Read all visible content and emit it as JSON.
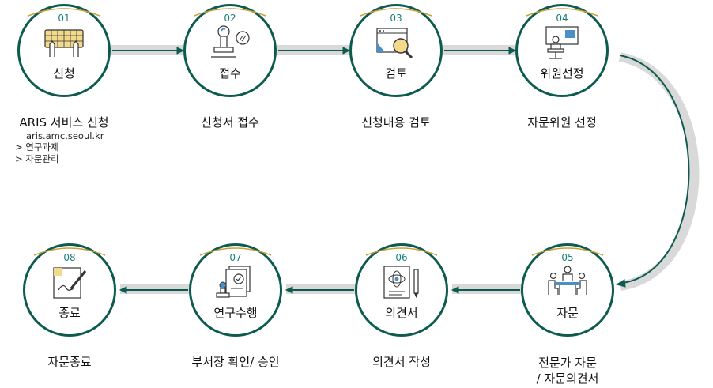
{
  "steps": [
    {
      "num": "01",
      "label": "신청",
      "desc": "ARIS 서비스 신청",
      "icon": "keyboard-icon"
    },
    {
      "num": "02",
      "label": "접수",
      "desc": "신청서 접수",
      "icon": "stamp-icon"
    },
    {
      "num": "03",
      "label": "검토",
      "desc": "신청내용 검토",
      "icon": "magnifier-window-icon"
    },
    {
      "num": "04",
      "label": "위원선정",
      "desc": "자문위원 선정",
      "icon": "presenter-icon"
    },
    {
      "num": "05",
      "label": "자문",
      "desc": "전문가 자문",
      "desc2": "/ 자문의견서",
      "icon": "meeting-icon"
    },
    {
      "num": "06",
      "label": "의견서",
      "desc": "의견서 작성",
      "icon": "document-pen-icon"
    },
    {
      "num": "07",
      "label": "연구수행",
      "desc": "부서장 확인/ 승인",
      "icon": "approval-docs-icon"
    },
    {
      "num": "08",
      "label": "종료",
      "desc": "자문종료",
      "icon": "sign-pad-icon"
    }
  ],
  "step1_sub": {
    "line1": "aris.amc.seoul.kr",
    "line2": "> 연구과제 > 자문관리"
  },
  "colors": {
    "ring": "#0d5b4f",
    "number": "#1a7d7a",
    "track": "#d9d9d9",
    "arrow": "#0d5b4f",
    "gold": "#c9a13a"
  }
}
